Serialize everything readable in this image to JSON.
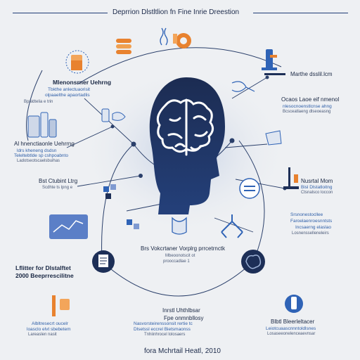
{
  "header": {
    "title": "Deprrion Dlstltlion fn Fine Inrie Dreestion"
  },
  "labels": {
    "top_left_heading": "Mlenonsrner Uehrng",
    "top_left_sub1": "Tbkthe anlectuaorisit",
    "top_left_sub2": "olpaaelthe apaortadlis",
    "top_left_sub3": "Bpaldtelia e trin",
    "left_mid_heading": "Al hnenctiaonle Uehrrng",
    "left_mid_sub1": "ldrs kheneng dsdsn",
    "left_mid_sub2": "Teleltebtlde sp cshpoabnto",
    "left_mid_sub3": "Ladotseotscaelsbuihas",
    "left_low_heading": "Bst Ctubint Ltrg",
    "left_low_sub": "Scdhte ts lpng e",
    "left_bottom_heading": "Lflitter for Dlstalftet",
    "left_bottom_sub": "2000 Beeprrescilitne",
    "bottom_left_sub1": "Albltresecrt oucelr",
    "bottom_left_sub2": "loasclo elvt sbebetem",
    "bottom_left_sub3": "Lareaslen nasit",
    "center_line1": "Brs Vokcrtaner Vorplrg prrcetrnctk",
    "center_line2": "Mbeoonotscit ot",
    "center_line3": "prooccadlae 1",
    "bottom_center_heading": "Inrstl Uhthlbsar",
    "bottom_center_sub1": "Fpe onmnbllosy",
    "bottom_center_sub2": "Nasvorsteirenssonsit rertie tc",
    "bottom_center_sub3": "Dlsetssl eccrel Bietsmaonss",
    "bottom_center_sub4": "Tnhiinhrocel lolosaers",
    "right_top_heading": "Marthe dsslil.lcm",
    "right_mid_heading": "Ocaos Laoe eif nmenol",
    "right_mid_sub1": "nlesocnoenstlcnse ahng",
    "right_mid_sub2": "Bcsceatlaeng dlseoeasng",
    "right_low_heading": "Nusrtal Mom",
    "right_low_sub1": "Bisl Dlstatloitng",
    "right_low_sub2": "Ctsnalsco loccon",
    "right_lower_sub1": "Srsnonestocllee",
    "right_lower_sub2": "Faroelaenroesnntsts",
    "right_lower_sub3": "Incsaerng elaslao",
    "right_lower_sub4": "Losnensselleneleirs",
    "bottom_right_heading": "Blbtl Bleerleltacer",
    "bottom_right_sub1": "Leiotcuaascnnntoldlsnes",
    "bottom_right_sub2": "Losaseeonelenceaevnsar",
    "footer": "fora Mchrtail Heatl, 2010"
  },
  "colors": {
    "background": "#eef0f3",
    "navy": "#1d2f57",
    "accent_blue": "#2f63b6",
    "accent_orange": "#e8822f",
    "line": "#2a3f6a"
  },
  "icons": [
    "brain-head-icon",
    "beaker-icon",
    "pill-stack-icon",
    "gear-orange-icon",
    "molecule-icon",
    "microscope-icon",
    "bottles-icon",
    "graph-card-icon",
    "cube-cluster-icon",
    "brain-circle-icon",
    "document-circle-icon",
    "network-icon",
    "scale-icon",
    "lab-stand-icon",
    "test-tube-icon",
    "hand-bottle-icon",
    "dna-icon"
  ]
}
